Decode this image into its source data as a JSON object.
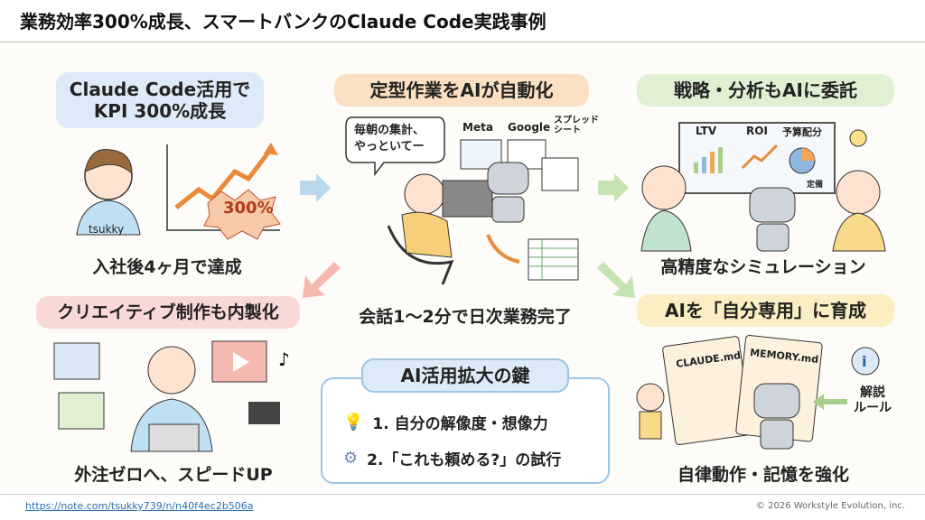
{
  "title": "業務効率300%成長、スマートバンクのClaude Code実践事例",
  "panels": {
    "kpi": {
      "label_line1": "Claude Code活用で",
      "label_line2": "KPI 300%成長",
      "person": "tsukky",
      "badge": "300%",
      "caption": "入社後4ヶ月で達成"
    },
    "automation": {
      "label": "定型作業をAIが自動化",
      "speech_line1": "毎朝の集計、",
      "speech_line2": "やっといてー",
      "tools": [
        "Meta",
        "Google",
        "スプレッド\nシート"
      ],
      "caption": "会話1～2分で日次業務完了"
    },
    "strategy": {
      "label": "戦略・分析もAIに委託",
      "board": [
        "LTV",
        "ROI",
        "予算配分"
      ],
      "board_note": "定備",
      "caption": "高精度なシミュレーション"
    },
    "creative": {
      "label": "クリエイティブ制作も内製化",
      "caption": "外注ゼロへ、スピードUP"
    },
    "personal_ai": {
      "label": "AIを「自分専用」に育成",
      "notebooks": [
        "CLAUDE.md",
        "MEMORY.md"
      ],
      "rule_line1": "解説",
      "rule_line2": "ルール",
      "caption": "自律動作・記憶を強化"
    }
  },
  "key": {
    "title": "AI活用拡大の鍵",
    "items": [
      "1. 自分の解像度・想像力",
      "2.「これも頼める?」の試行"
    ]
  },
  "footer": {
    "link": "https://note.com/tsukky739/n/n40f4ec2b506a",
    "copyright": "© 2026 Workstyle Evolution, inc."
  },
  "colors": {
    "blue": "#dcebf7",
    "orange": "#fbe0c4",
    "green": "#dff0d3",
    "pink": "#f9d9d6",
    "yellow": "#fbeec2"
  }
}
